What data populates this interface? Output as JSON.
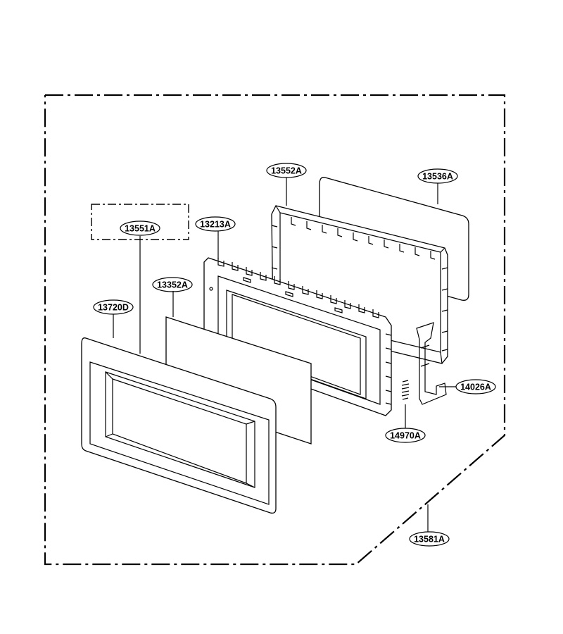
{
  "callouts": [
    {
      "id": "door-assembly",
      "label": "13581A"
    },
    {
      "id": "door-frame-back",
      "label": "13552A"
    },
    {
      "id": "window-glass",
      "label": "13536A"
    },
    {
      "id": "door-choke",
      "label": "13551A"
    },
    {
      "id": "door-panel",
      "label": "13213A"
    },
    {
      "id": "door-screen",
      "label": "13352A"
    },
    {
      "id": "door-frame-front",
      "label": "13720D"
    },
    {
      "id": "latch-hook",
      "label": "14026A"
    },
    {
      "id": "latch-spring",
      "label": "14970A"
    }
  ]
}
